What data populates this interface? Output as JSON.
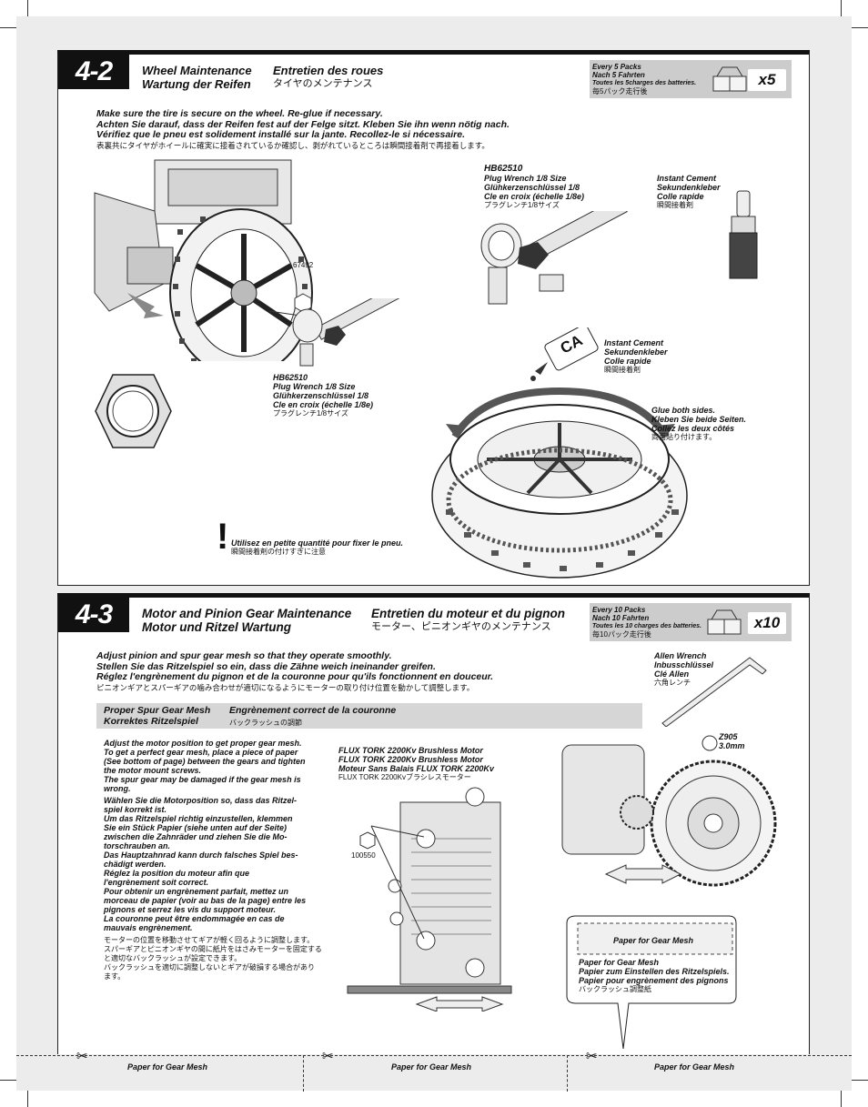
{
  "step42": {
    "number": "4-2",
    "title_en": "Wheel Maintenance",
    "title_de": "Wartung der Reifen",
    "title_fr": "Entretien des roues",
    "title_jp": "タイヤのメンテナンス",
    "badge": {
      "lines": [
        "Every 5 Packs",
        "Nach 5 Fahrten",
        "Toutes les 5charges des batteries.",
        "毎5パック走行後"
      ],
      "count": "x5"
    },
    "instructions": [
      "Make sure the tire is secure on the wheel. Re-glue if necessary.",
      "Achten Sie darauf, dass der Reifen fest auf der Felge sitzt. Kleben Sie ihn wenn nötig nach.",
      "Vérifiez que le pneu est solidement installé sur la jante. Recollez-le si nécessaire."
    ],
    "instruction_jp": "表裏共にタイヤがホイールに確実に接着されているか確認し、剥がれているところは瞬間接着剤で再接着します。",
    "part_number": "67492",
    "wrench_top": {
      "code": "HB62510",
      "lines": [
        "Plug Wrench 1/8 Size",
        "Glühkerzenschlüssel 1/8",
        "Cle en croix (échelle 1/8e)"
      ],
      "jp": "プラグレンチ1/8サイズ"
    },
    "wrench_bottom": {
      "code": "HB62510",
      "lines": [
        "Plug Wrench 1/8 Size",
        "Glühkerzenschlüssel 1/8",
        "Cle en croix (échelle 1/8e)"
      ],
      "jp": "プラグレンチ1/8サイズ"
    },
    "cement_top": {
      "lines": [
        "Instant Cement",
        "Sekundenkleber",
        "Colle rapide"
      ],
      "jp": "瞬間接着剤"
    },
    "cement_mid": {
      "lines": [
        "Instant Cement",
        "Sekundenkleber",
        "Colle rapide"
      ],
      "jp": "瞬間接着剤"
    },
    "ca_label": "CA",
    "glue": {
      "lines": [
        "Glue both sides.",
        "Kleben Sie beide Seiten.",
        "Collez les deux côtés"
      ],
      "jp": "両面貼り付けます。"
    },
    "warning": {
      "mark": "!",
      "fr": "Utilisez en petite quantité pour fixer le pneu.",
      "jp": "瞬間接着剤の付けすぎに注意"
    }
  },
  "step43": {
    "number": "4-3",
    "title_en": "Motor and Pinion Gear Maintenance",
    "title_de": "Motor und Ritzel Wartung",
    "title_fr": "Entretien du moteur et du pignon",
    "title_jp": "モーター、ピニオンギヤのメンテナンス",
    "badge": {
      "lines": [
        "Every 10 Packs",
        "Nach 10 Fahrten",
        "Toutes les 10 charges des batteries.",
        "毎10パック走行後"
      ],
      "count": "x10"
    },
    "instructions": [
      "Adjust pinion and spur gear mesh so that they operate smoothly.",
      "Stellen Sie das Ritzelspiel so ein, dass die Zähne weich ineinander greifen.",
      "Réglez l'engrènement du pignon et de la couronne pour qu'ils fonctionnent en douceur."
    ],
    "instruction_jp": "ピニオンギアとスパーギアの噛み合わせが適切になるようにモーターの取り付け位置を動かして調整します。",
    "allen": {
      "lines": [
        "Allen Wrench",
        "Inbusschlüssel",
        "Clé Allen"
      ],
      "jp": "六角レンチ",
      "code": "Z905",
      "size": "3.0mm"
    },
    "mesh_bar": {
      "en": "Proper Spur Gear Mesh",
      "de": "Korrektes Ritzelspiel",
      "fr": "Engrènement correct de la couronne",
      "jp": "バックラッシュの調節"
    },
    "body_en": [
      "Adjust the motor position to get proper gear mesh.",
      "To get a perfect gear mesh, place a piece of paper",
      "(See bottom of page) between the gears and tighten",
      "the motor mount screws.",
      "The spur gear may be damaged if the gear mesh is",
      "wrong."
    ],
    "body_de": [
      "Wählen Sie die Motorposition so, dass das Ritzel-",
      "spiel korrekt ist.",
      "Um das Ritzelspiel richtig einzustellen, klemmen",
      "Sie ein Stück Papier (siehe unten auf der Seite)",
      "zwischen die Zahnräder und ziehen Sie die Mo-",
      "torschrauben an.",
      "Das Hauptzahnrad kann durch falsches Spiel bes-",
      "chädigt werden."
    ],
    "body_fr": [
      "Réglez la position du moteur afin que",
      "l'engrènement soit correct.",
      "Pour obtenir un engrènement parfait, mettez un",
      "morceau de papier (voir au bas de la page) entre les",
      "pignons et serrez les vis du support moteur.",
      "La couronne peut être endommagée en cas de",
      "mauvais engrènement."
    ],
    "body_jp": [
      "モーターの位置を移動させてギアが軽く回るように調整します。",
      "スパーギアとピニオンギヤの間に紙片をはさみモーターを固定する",
      "と適切なバックラッシュが設定できます。",
      "バックラッシュを適切に調整しないとギアが破損する場合があり",
      "ます。"
    ],
    "motor": {
      "lines": [
        "FLUX TORK 2200Kv Brushless Motor",
        "FLUX TORK 2200Kv Brushless Motor",
        "Moteur Sans Balais FLUX TORK 2200Kv"
      ],
      "jp": "FLUX TORK 2200Kvブラシレスモーター"
    },
    "part_number": "100550",
    "paper_box": "Paper for Gear Mesh",
    "paper_callout": {
      "lines": [
        "Paper for Gear Mesh",
        "Papier zum Einstellen des Ritzelspiels.",
        "Papier pour engrènement des pignons"
      ],
      "jp": "バックラッシュ調整紙"
    }
  },
  "cutouts": [
    "Paper for Gear Mesh",
    "Paper for Gear Mesh",
    "Paper for Gear Mesh"
  ]
}
